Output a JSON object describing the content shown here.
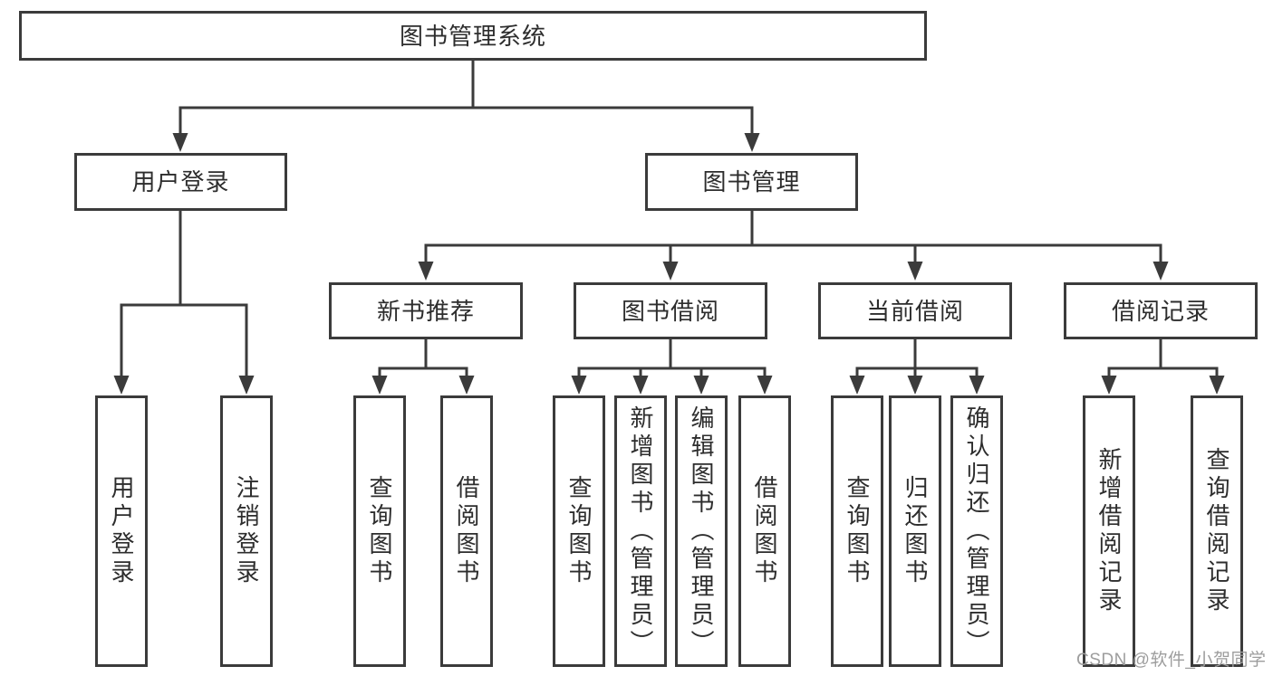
{
  "tree": {
    "label": "图书管理系统",
    "children": [
      {
        "label": "用户登录",
        "children": [
          {
            "label": "用户登录"
          },
          {
            "label": "注销登录"
          }
        ]
      },
      {
        "label": "图书管理",
        "children": [
          {
            "label": "新书推荐",
            "children": [
              {
                "label": "查询图书"
              },
              {
                "label": "借阅图书"
              }
            ]
          },
          {
            "label": "图书借阅",
            "children": [
              {
                "label": "查询图书"
              },
              {
                "label": "新增图书（管理员）"
              },
              {
                "label": "编辑图书（管理员）"
              },
              {
                "label": "借阅图书"
              }
            ]
          },
          {
            "label": "当前借阅",
            "children": [
              {
                "label": "查询图书"
              },
              {
                "label": "归还图书"
              },
              {
                "label": "确认归还（管理员）"
              }
            ]
          },
          {
            "label": "借阅记录",
            "children": [
              {
                "label": "新增借阅记录"
              },
              {
                "label": "查询借阅记录"
              }
            ]
          }
        ]
      }
    ]
  },
  "watermark": {
    "text": "CSDN @软件_小贺同学"
  },
  "colors": {
    "line": "#3b3b3b",
    "text": "#2d2d2d",
    "watermark": "#9d9d9d",
    "background": "#ffffff"
  }
}
